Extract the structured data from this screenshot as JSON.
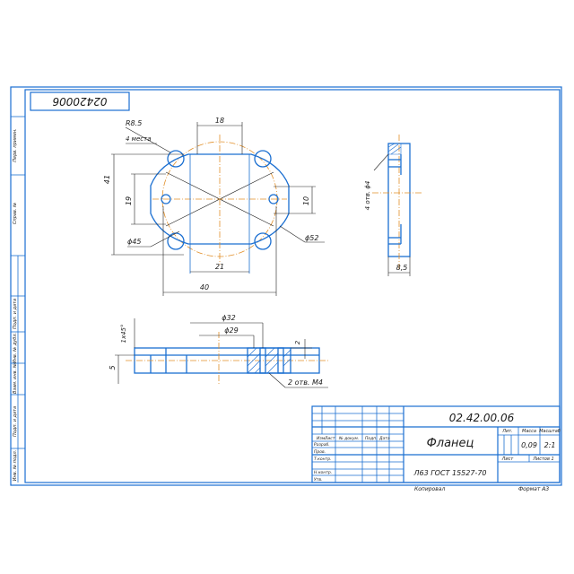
{
  "frame_code": "02420006",
  "left_strip": [
    "Перв. примен.",
    "Справ. №",
    "Подп. и дата",
    "Инв. № дубл.",
    "Взам. инв. №",
    "Подп. и дата",
    "Инв. № подл."
  ],
  "dimensions": {
    "r": "R8.5",
    "count": "4 места",
    "top_18": "18",
    "h41": "41",
    "h19": "19",
    "h10": "10",
    "phi45": "ϕ45",
    "phi52": "ϕ52",
    "w21": "21",
    "w40": "40",
    "holes": "4 отв. ϕ4",
    "w85": "8,5",
    "phi32": "ϕ32",
    "phi29": "ϕ29",
    "chamfer": "1x45°",
    "h5": "5",
    "h2": "2",
    "thread": "2 отв. М4"
  },
  "title_block": {
    "code": "02.42.00.06",
    "name": "Фланец",
    "material": "Л63 ГОСТ 15527-70",
    "col_lit": "Лит.",
    "col_mass": "Масса",
    "col_scale": "Масштаб",
    "mass": "0,09",
    "scale": "2:1",
    "sheet": "Лист",
    "sheets": "Листов 1",
    "rows": [
      "Изм.",
      "Лист",
      "№ докум.",
      "Подп.",
      "Дата"
    ],
    "roles": [
      "Разраб.",
      "Пров.",
      "Т.контр.",
      "",
      "Н.контр.",
      "Утв."
    ],
    "copied": "Копировал",
    "format": "Формат А3"
  }
}
